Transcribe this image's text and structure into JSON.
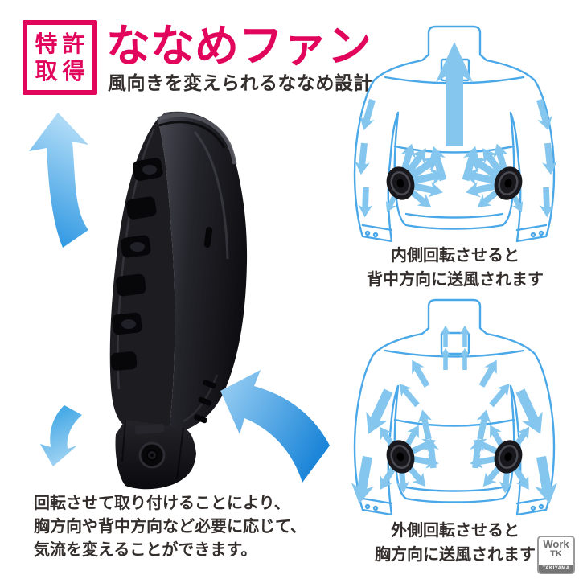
{
  "header": {
    "patent_line1": "特許",
    "patent_line2": "取得",
    "title": "ななめファン",
    "subtitle": "風向きを変えられるななめ設計"
  },
  "description": {
    "line1": "回転させて取り付けることにより、",
    "line2": "胸方向や背中方向など必要に応じて、",
    "line3": "気流を変えることができます。"
  },
  "diagram_top": {
    "caption_line1": "内側回転させると",
    "caption_line2": "背中方向に送風されます"
  },
  "diagram_bottom": {
    "caption_line1": "外側回転させると",
    "caption_line2": "胸方向に送風されます"
  },
  "logo": {
    "word1": "Work",
    "word2": "TK",
    "word3": "TAKIYAMA"
  },
  "colors": {
    "accent_magenta": "#e2055c",
    "jacket_outline_blue": "#4aa8e8",
    "airflow_light_blue": "#85c6ee",
    "airflow_deep_blue": "#1f8fdf",
    "body_text": "#332e2b",
    "fan_black": "#17171c"
  }
}
